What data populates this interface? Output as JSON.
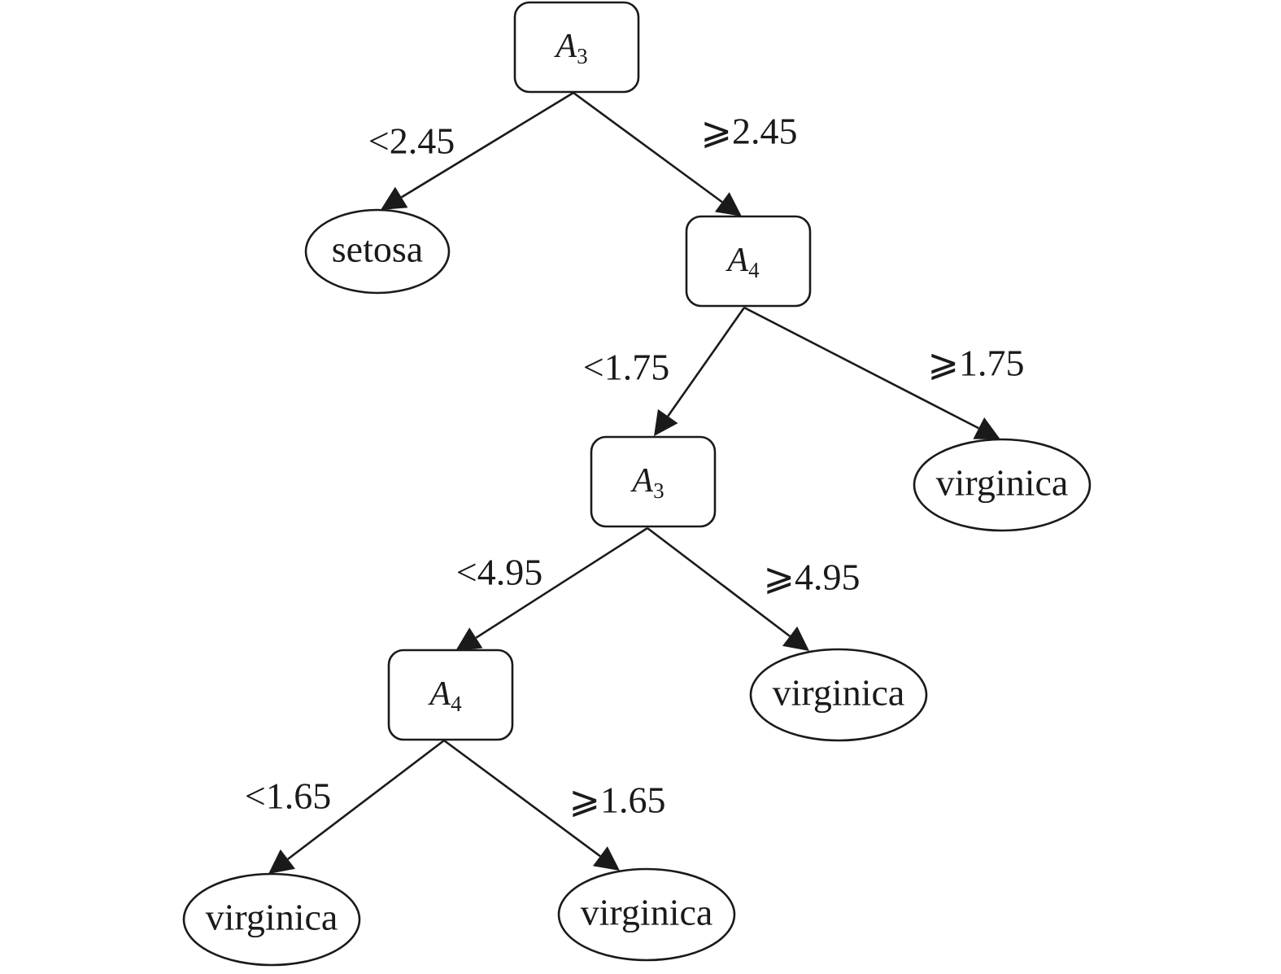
{
  "diagram": {
    "type": "decision-tree",
    "colors": {
      "stroke": "#1a1a1a",
      "fill": "#ffffff"
    },
    "nodes": [
      {
        "id": "n1",
        "kind": "split",
        "attribute": "A",
        "subscript": "3"
      },
      {
        "id": "n2",
        "kind": "leaf",
        "label": "setosa"
      },
      {
        "id": "n3",
        "kind": "split",
        "attribute": "A",
        "subscript": "4"
      },
      {
        "id": "n4",
        "kind": "split",
        "attribute": "A",
        "subscript": "3"
      },
      {
        "id": "n5",
        "kind": "leaf",
        "label": "virginica"
      },
      {
        "id": "n6",
        "kind": "split",
        "attribute": "A",
        "subscript": "4"
      },
      {
        "id": "n7",
        "kind": "leaf",
        "label": "virginica"
      },
      {
        "id": "n8",
        "kind": "leaf",
        "label": "virginica"
      },
      {
        "id": "n9",
        "kind": "leaf",
        "label": "virginica"
      }
    ],
    "edges": [
      {
        "from": "n1",
        "to": "n2",
        "label": "<2.45"
      },
      {
        "from": "n1",
        "to": "n3",
        "label": "⩾2.45"
      },
      {
        "from": "n3",
        "to": "n4",
        "label": "<1.75"
      },
      {
        "from": "n3",
        "to": "n5",
        "label": "⩾1.75"
      },
      {
        "from": "n4",
        "to": "n6",
        "label": "<4.95"
      },
      {
        "from": "n4",
        "to": "n7",
        "label": "⩾4.95"
      },
      {
        "from": "n6",
        "to": "n8",
        "label": "<1.65"
      },
      {
        "from": "n6",
        "to": "n9",
        "label": "⩾1.65"
      }
    ]
  }
}
